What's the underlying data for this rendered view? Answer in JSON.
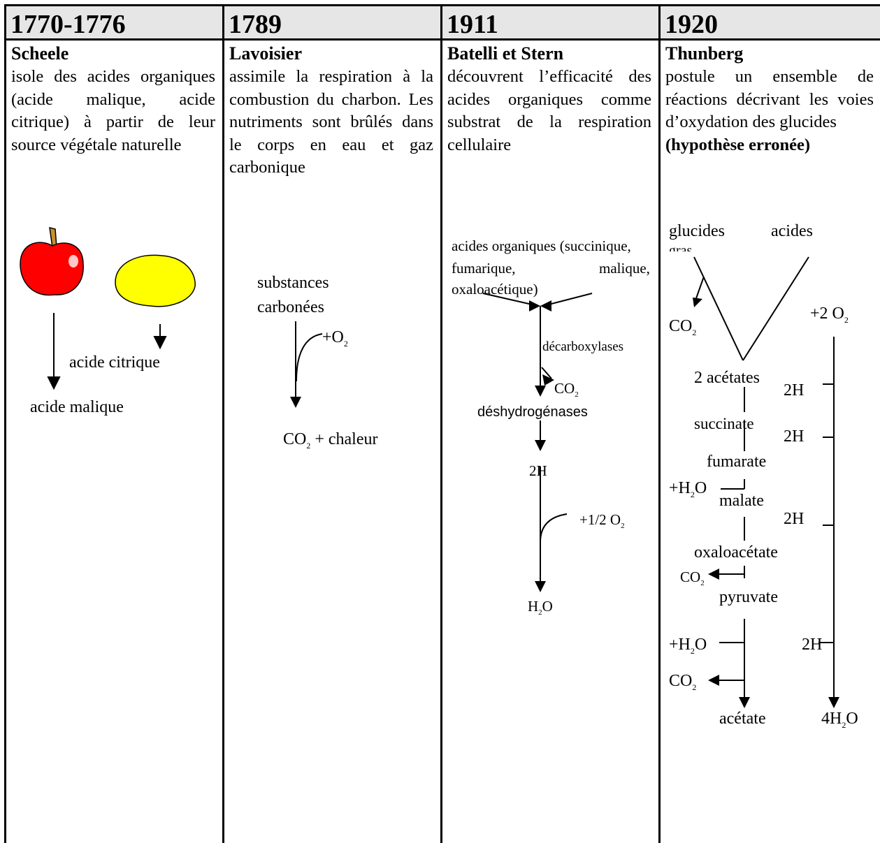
{
  "columns": [
    {
      "year": "1770-1776",
      "scientist": "Scheele",
      "description": "isole des acides organiques (acide malique, acide citrique) à partir de leur source végétale naturelle",
      "labels": {
        "citric": "acide citrique",
        "malic": "acide malique"
      },
      "fruit_colors": {
        "apple": "#ff0000",
        "lemon": "#ffff00",
        "stem": "#c8912e"
      }
    },
    {
      "year": "1789",
      "scientist": "Lavoisier",
      "description": "assimile la respiration à la combustion du charbon. Les nutriments sont brûlés dans le corps en eau et gaz carbonique",
      "labels": {
        "substances": "substances",
        "carbonees": "carbonées",
        "o2": "+O",
        "o2_sub": "2",
        "co2": "CO",
        "co2_sub": "2",
        "chaleur": "+ chaleur"
      }
    },
    {
      "year": "1911",
      "scientist": "Batelli et Stern",
      "description": "découvrent l’efficacité des acides organiques comme substrat de la respiration cellulaire",
      "labels": {
        "acides_line1": "acides organiques (succinique,",
        "acides_line2a": "fumarique,",
        "acides_line2b": "malique,",
        "acides_line3": "oxaloacétique)",
        "decarbox": "décarboxylases",
        "co2": "CO",
        "co2_sub": "2",
        "deshydro": "déshydrogénases",
        "h2": "2H",
        "half_o2": "+1/2 O",
        "half_o2_sub": "2",
        "h2o": "H",
        "h2o_sub": "2",
        "h2o_end": "O"
      }
    },
    {
      "year": "1920",
      "scientist": "Thunberg",
      "description": "postule un ensemble de réactions décrivant les voies d’oxydation des glucides",
      "note": "(hypothèse erronée)",
      "labels": {
        "glucides": "glucides",
        "acides": "acides",
        "gras": "gras",
        "co2_top": "CO",
        "co2_top_sub": "2",
        "plus2o2": "+2 O",
        "plus2o2_sub": "2",
        "acetates2": "2 acétates",
        "h2a": "2H",
        "h2b": "2H",
        "h2c": "2H",
        "h2d": "2H",
        "succinate": "succinate",
        "fumarate": "fumarate",
        "h2o_in": "+H",
        "h2o_in_sub": "2",
        "h2o_in_end": "O",
        "malate": "malate",
        "oxaloacetate": "oxaloacétate",
        "co2_mid": "CO",
        "co2_mid_sub": "2",
        "pyruvate": "pyruvate",
        "h2o_in2": "+H",
        "h2o_in2_sub": "2",
        "h2o_in2_end": "O",
        "co2_low": "CO",
        "co2_low_sub": "2",
        "acetate": "acétate",
        "h2o4": "4H",
        "h2o4_sub": "2",
        "h2o4_end": "O"
      }
    }
  ]
}
